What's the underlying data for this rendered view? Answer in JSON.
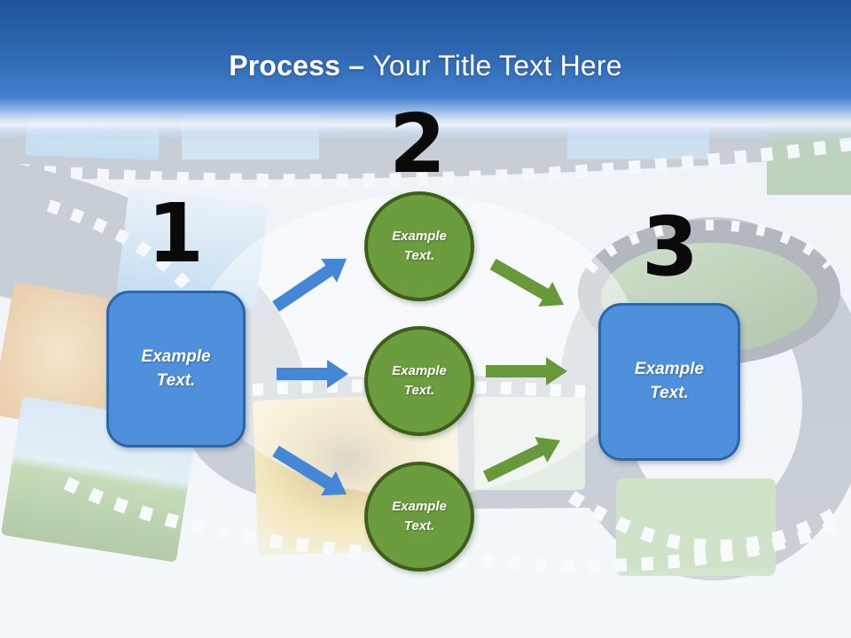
{
  "title": {
    "bold": "Process –",
    "regular": "Your Title Text Here"
  },
  "process": {
    "step1": {
      "number": "1",
      "box": {
        "line1": "Example",
        "line2": "Text."
      }
    },
    "step2": {
      "number": "2",
      "circles": [
        {
          "line1": "Example",
          "line2": "Text."
        },
        {
          "line1": "Example",
          "line2": "Text."
        },
        {
          "line1": "Example",
          "line2": "Text."
        }
      ]
    },
    "step3": {
      "number": "3",
      "box": {
        "line1": "Example",
        "line2": "Text."
      }
    }
  },
  "colors": {
    "header_blue_top": "#1F549B",
    "header_blue_bottom": "#4886D6",
    "box_fill": "#4F90DC",
    "box_border": "#2B66AB",
    "circle_fill": "#6B9C3E",
    "circle_border": "#3D5F18",
    "arrow_blue": "#4487D6",
    "arrow_green": "#67983A",
    "number_black": "#0A0A0A",
    "title_white": "#FFFFFF"
  }
}
